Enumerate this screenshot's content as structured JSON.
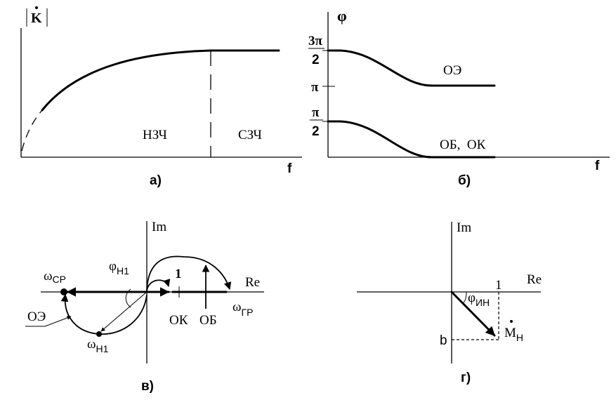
{
  "panel_a": {
    "ylabel": "K",
    "xlabel": "f",
    "region_low": "НЗЧ",
    "region_high": "СЗЧ",
    "caption": "а)"
  },
  "panel_b": {
    "ylabel": "φ",
    "xlabel": "f",
    "tick_3pi_num": "3π",
    "tick_3pi_den": "2",
    "tick_pi": "π",
    "tick_pi2_num": "π",
    "tick_pi2_den": "2",
    "curve_top_label": "ОЭ",
    "curve_bottom_label": "ОБ,  ОК",
    "caption": "б)"
  },
  "panel_v": {
    "im_label": "Im",
    "re_label": "Re",
    "unit_label": "1",
    "omega_cp": "ω",
    "omega_cp_sub": "СР",
    "phi_h1": "φ",
    "phi_h1_sub": "Н1",
    "omega_h1": "ω",
    "omega_h1_sub": "Н1",
    "omega_gp": "ω",
    "omega_gp_sub": "ГР",
    "oe_label": "ОЭ",
    "ok_label": "ОК",
    "ob_label": "ОБ",
    "caption": "в)"
  },
  "panel_g": {
    "im_label": "Im",
    "re_label": "Re",
    "unit_label": "1",
    "phi_label": "φ",
    "phi_sub": "ИН",
    "m_label": "M",
    "m_sub": "Н",
    "b_label": "b",
    "caption": "г)"
  }
}
